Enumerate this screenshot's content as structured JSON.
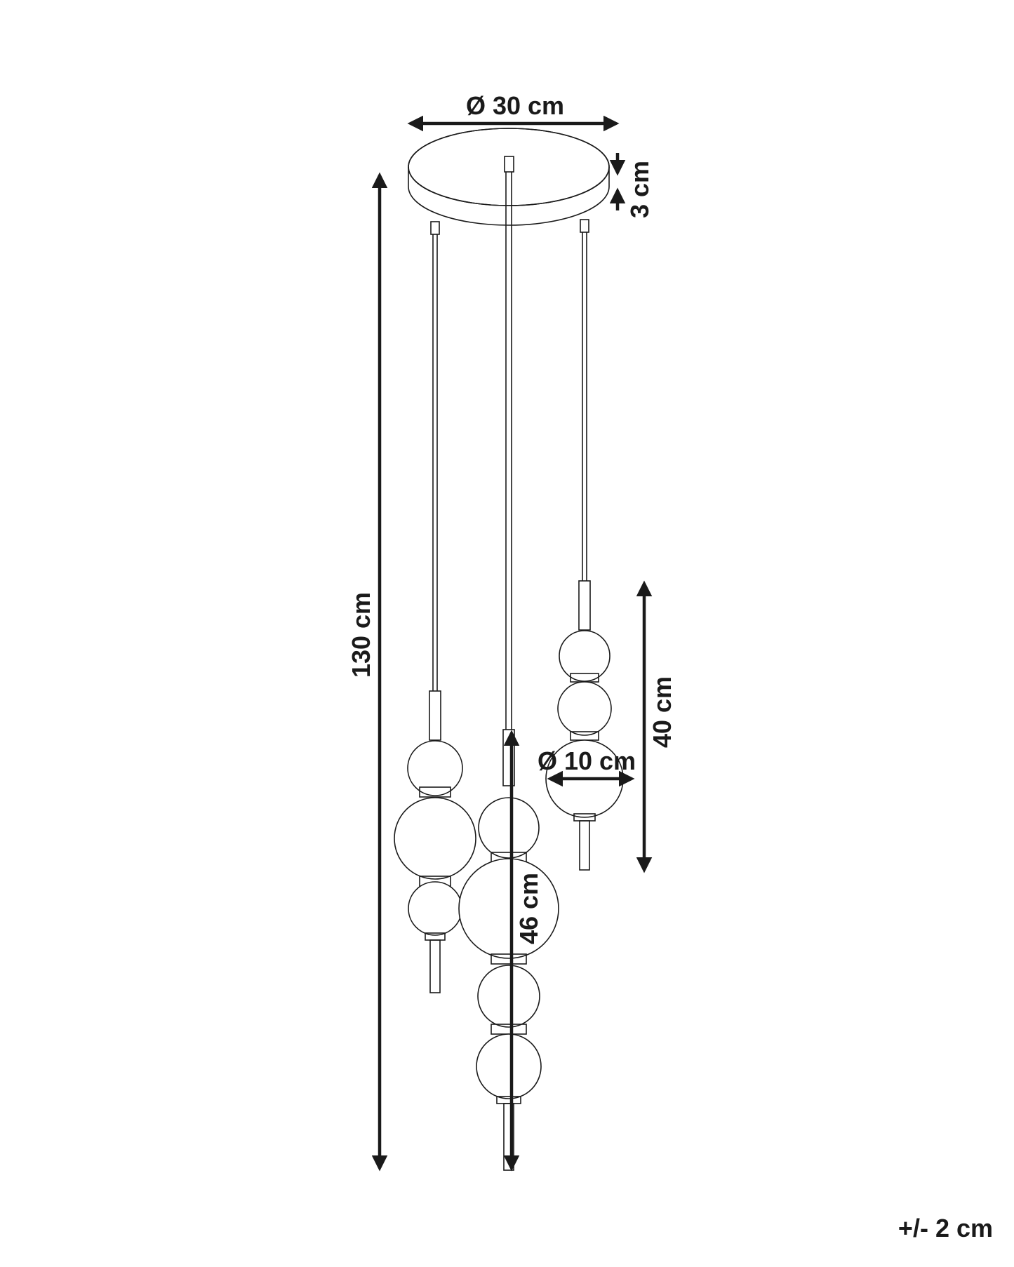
{
  "dimensions": {
    "canopy_diameter": "Ø 30 cm",
    "canopy_height": "3 cm",
    "total_height": "130 cm",
    "short_pendant_length": "40 cm",
    "globe_diameter": "Ø 10 cm",
    "long_pendant_length": "46 cm"
  },
  "tolerance": "+/- 2 cm"
}
